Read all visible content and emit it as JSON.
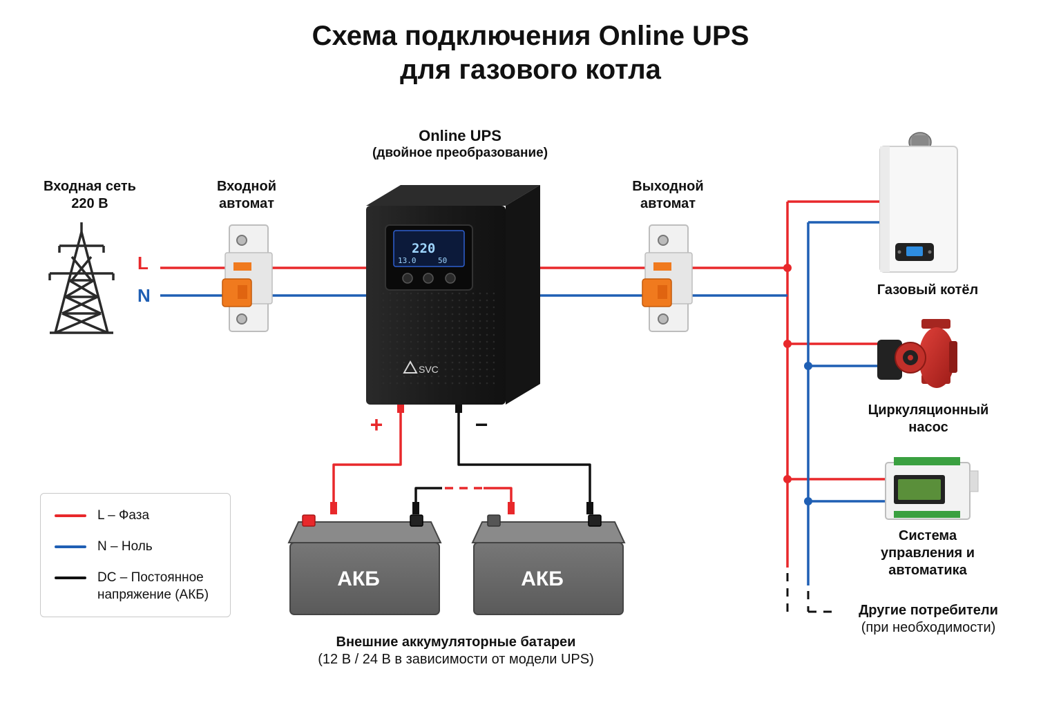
{
  "title_line1": "Схема подключения Online UPS",
  "title_line2": "для газового котла",
  "grid": {
    "label_line1": "Входная сеть",
    "label_line2": "220 В"
  },
  "input_breaker": {
    "label_line1": "Входной",
    "label_line2": "автомат"
  },
  "ups": {
    "label": "Online UPS",
    "sublabel": "(двойное преобразование)",
    "brand": "SVC",
    "display_main": "220",
    "display_left": "13.0",
    "display_right": "50"
  },
  "output_breaker": {
    "label_line1": "Выходной",
    "label_line2": "автомат"
  },
  "line_labels": {
    "L": "L",
    "N": "N"
  },
  "polarity": {
    "plus": "+",
    "minus": "−"
  },
  "batteries": {
    "label1": "АКБ",
    "label2": "АКБ",
    "caption": "Внешние аккумуляторные батареи",
    "caption_sub": "(12 В / 24 В в зависимости от модели UPS)"
  },
  "loads": [
    {
      "name_line1": "Газовый котёл",
      "name_line2": ""
    },
    {
      "name_line1": "Циркуляционный",
      "name_line2": "насос"
    },
    {
      "name_line1": "Система",
      "name_line2": "управления и",
      "name_line3": "автоматика"
    },
    {
      "name_line1": "Другие потребители",
      "name_line2": "(при необходимости)"
    }
  ],
  "legend": [
    {
      "color": "#e8282b",
      "text1": "L – Фаза",
      "text2": ""
    },
    {
      "color": "#1f5fb4",
      "text1": "N – Ноль",
      "text2": ""
    },
    {
      "color": "#111111",
      "text1": "DC – Постоянное",
      "text2": "напряжение (АКБ)"
    }
  ],
  "colors": {
    "phase": "#e8282b",
    "neutral": "#1f5fb4",
    "dc": "#111111"
  }
}
